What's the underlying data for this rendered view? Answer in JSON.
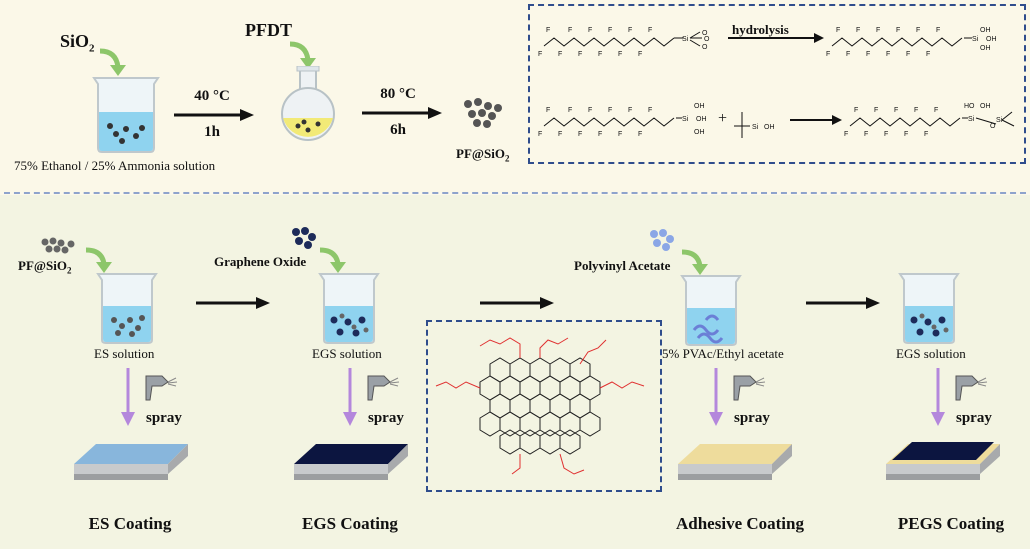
{
  "top": {
    "sio2_label": "SiO",
    "sio2_sub": "2",
    "solution_label": "75% Ethanol / 25% Ammonia solution",
    "step1_temp": "40 °C",
    "step1_time": "1h",
    "pfdt_label": "PFDT",
    "step2_temp": "80 °C",
    "step2_time": "6h",
    "product_label": "PF@SiO",
    "product_sub": "2",
    "reaction_box": {
      "hydrolysis_label": "hydrolysis",
      "plus_sign": "+"
    }
  },
  "bottom": {
    "additives": {
      "pf_sio2": "PF@SiO",
      "pf_sio2_sub": "2",
      "graphene_oxide": "Graphene Oxide",
      "polyvinyl_acetate": "Polyvinyl Acetate"
    },
    "stages": [
      {
        "solution": "ES solution",
        "spray": "spray",
        "coating": "ES Coating"
      },
      {
        "solution": "EGS solution",
        "spray": "spray",
        "coating": "EGS Coating"
      },
      {
        "solution": "5% PVAc/Ethyl acetate",
        "spray": "spray",
        "coating": "Adhesive Coating"
      },
      {
        "solution": "EGS solution",
        "spray": "spray",
        "coating": "PEGS Coating"
      }
    ]
  },
  "colors": {
    "arrow_green": "#8dc66a",
    "spray_arrow": "#b487dc",
    "dash_border": "#2f4d8c",
    "beaker_liquid": "#8fd3ef",
    "flask_liquid": "#f2ea77",
    "es_coating": "#88b6dc",
    "egs_coating": "#0c1540",
    "adhesive_coating": "#eedc9c",
    "go_structure": "#222222",
    "pvac_groups": "#e03030"
  }
}
